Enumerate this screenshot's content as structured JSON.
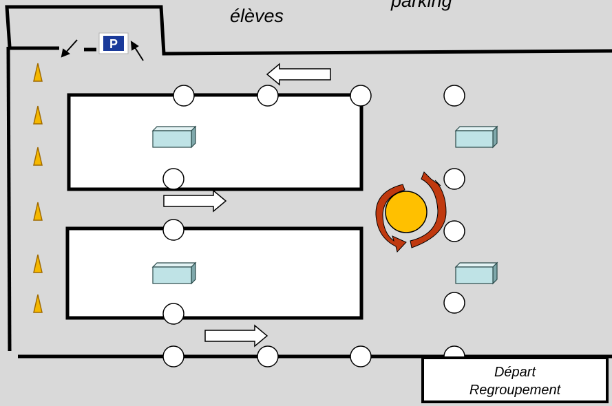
{
  "labels": {
    "top": "élèves",
    "top_partial": "parking",
    "depart": "Départ",
    "regroupement": "Regroupement",
    "parking_sign": "P"
  },
  "colors": {
    "background": "#d9d9d9",
    "building": "#ffffff",
    "cone": "#f5b800",
    "table": "#bfe3e6",
    "center_circle": "#ffc000",
    "rotation_arrow": "#c0390f",
    "parking_sign": "#1a3a9a"
  },
  "icons": {
    "cone": "traffic-cone-icon",
    "table": "table-icon",
    "station": "station-circle-icon",
    "parking": "parking-sign-icon",
    "direction_arrow": "direction-arrow-icon",
    "rotation": "rotation-arrow-icon"
  }
}
